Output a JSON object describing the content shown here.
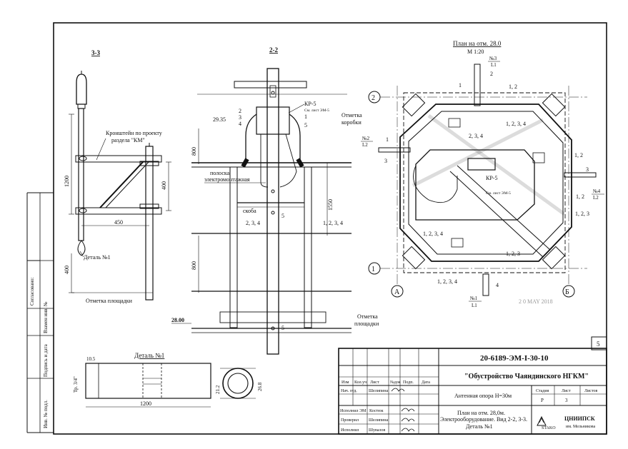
{
  "drawing": {
    "sheet_number": "5",
    "stamp_date": "2 0 MAY 2018"
  },
  "section_33": {
    "title": "3-3",
    "bracket_note_1": "Кронштейн по проекту",
    "bracket_note_2": "раздела \"КМ\"",
    "dim_1200": "1200",
    "dim_400_top": "400",
    "dim_450": "450",
    "dim_400_bottom": "400",
    "detail_ref": "Деталь №1",
    "platform_mark": "Отметка площадки"
  },
  "section_22": {
    "title": "2-2",
    "kp5": "КР-5",
    "sheet_ref": "См. лист ЭМ-5",
    "box_mark_1": "Отметка",
    "box_mark_2": "коробки",
    "elev_2935": "29.35",
    "labels": [
      "1",
      "2",
      "3",
      "4",
      "5"
    ],
    "dim_800_top": "800",
    "dim_800_bottom": "800",
    "dim_1550": "1550",
    "strip_1": "полоска",
    "strip_2": "электромонтажная",
    "clamp": "скоба",
    "marks_234": "2, 3, 4",
    "marks_1234": "1, 2, 3, 4",
    "label_5": "5",
    "elev_2800": "28.00",
    "platform_1": "Отметка",
    "platform_2": "площадки"
  },
  "plan": {
    "title": "План на отм. 28.0",
    "scale": "М 1:20",
    "axis_2": "2",
    "axis_1": "1",
    "axis_a": "А",
    "axis_b": "Б",
    "ref3_num": "№3",
    "ref3_sheet": "L1",
    "ref2_num": "№2",
    "ref2_sheet": "L2",
    "ref4_num": "№4",
    "ref4_sheet": "L2",
    "ref1_num": "№1",
    "ref1_sheet": "L1",
    "marks": [
      "1",
      "2",
      "3",
      "4"
    ],
    "m_12": "1, 2",
    "m_234": "2, 3, 4",
    "m_1234": "1, 2, 3, 4",
    "m_123": "1, 2, 3",
    "kp5": "КР-5",
    "sheet_ref": "См. лист ЭМ-5"
  },
  "detail_1": {
    "title": "Деталь №1",
    "dim_105": "10.5",
    "dim_tube": "Тр. 3/4\"",
    "dim_212": "21.2",
    "dim_1200": "1200",
    "dim_268": "26.8"
  },
  "left_strip": {
    "agreed": "Согласовано:",
    "replaced": "Взамен инв. №",
    "sign_date": "Подпись и дата",
    "inv_no": "Инв. № подл."
  },
  "title_block": {
    "doc_code": "20-6189-ЭМ-I-30-10",
    "project": "\"Обустройство Чаяндинского НГКМ\"",
    "object": "Антенная опора Н=30м",
    "sheet_title_1": "План на отм. 28,0м.",
    "sheet_title_2": "Электрооборудование. Вид 2-2, 3-3.",
    "sheet_title_3": "Деталь №1",
    "col_izm": "Изм",
    "col_kol": "Кол.уч",
    "col_list": "Лист",
    "col_doc": "№док",
    "col_sign": "Подп.",
    "col_date": "Дата",
    "role_0": "Нач. отд.",
    "name_0": "Шелипина",
    "role_1": "Исполнил ЭМ",
    "name_1": "Костюк",
    "role_2": "Проверил",
    "name_2": "Шелипина",
    "role_3": "Исполнил",
    "name_3": "Шувалов",
    "stage_h": "Стадия",
    "sheet_h": "Лист",
    "sheets_h": "Листов",
    "stage_v": "Р",
    "sheet_v": "3",
    "sheets_v": "",
    "org_1": "ЦНИИПСК",
    "org_2": "им. Мельникова",
    "logo": "STAKO"
  }
}
